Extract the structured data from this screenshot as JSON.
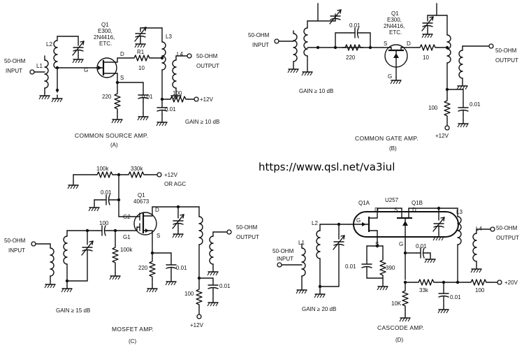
{
  "watermark": "https://www.qsl.net/va3iul",
  "circuit_a": {
    "transistor": [
      "Q1",
      "E300,",
      "2N4416,",
      "ETC."
    ],
    "coils": [
      "L1",
      "L2",
      "L3",
      "L4"
    ],
    "pins": [
      "G",
      "D",
      "S"
    ],
    "input_label": [
      "50-OHM",
      "INPUT"
    ],
    "output_label": [
      "50-OHM",
      "OUTPUT"
    ],
    "r1": [
      "R1",
      "10"
    ],
    "r_source": "220",
    "c_source": "0.01",
    "r_supply": "100",
    "c_supply": "0.01",
    "supply": "+12V",
    "gain": "GAIN ≥ 10 dB",
    "title": "COMMON SOURCE AMP.",
    "letter": "(A)"
  },
  "circuit_b": {
    "transistor": [
      "Q1",
      "E300,",
      "2N4416,",
      "ETC."
    ],
    "pins": [
      "S",
      "D",
      "G"
    ],
    "input_label": [
      "50-OHM",
      "INPUT"
    ],
    "output_label": [
      "50-OHM",
      "OUTPUT"
    ],
    "c_input": "0.01",
    "r_input": "220",
    "r_drain": "10",
    "r_supply": "100",
    "c_supply": "0.01",
    "supply": "+12V",
    "gain": "GAIN ≥ 10 dB",
    "title": "COMMON GATE AMP.",
    "letter": "(B)"
  },
  "circuit_c": {
    "transistor": [
      "Q1",
      "40673"
    ],
    "pins": [
      "G2",
      "G1",
      "D",
      "S"
    ],
    "input_label": [
      "50-OHM",
      "INPUT"
    ],
    "output_label": [
      "50-OHM",
      "OUTPUT"
    ],
    "r_100k_top": "100k",
    "r_330k": "330k",
    "supply_top": [
      "+12V",
      "OR AGC"
    ],
    "c_g2": "0.01",
    "c_input": "100",
    "r_g1": "100k",
    "r_source": "220",
    "c_source": "0.01",
    "r_supply": "100",
    "c_supply": "0.01",
    "supply": "+12V",
    "gain": "GAIN ≥ 15 dB",
    "title": "MOSFET AMP.",
    "letter": "(C)"
  },
  "circuit_d": {
    "transistor": [
      "Q1A",
      "U257",
      "Q1B"
    ],
    "coils": [
      "L1",
      "L2",
      "L3",
      "L4"
    ],
    "pins": [
      "G",
      "D",
      "S",
      "S",
      "G",
      "D"
    ],
    "input_label": [
      "50-OHM",
      "INPUT"
    ],
    "output_label": [
      "50-OHM",
      "OUTPUT"
    ],
    "c_gate": "0.01",
    "c_source": "0.01",
    "r_source": "390",
    "r_bias": "33k",
    "r_bias_low": "10K",
    "c_bias": "0.01",
    "r_supply": "100",
    "supply": "+20V",
    "gain": "GAIN ≥ 20 dB",
    "title": "CASCODE AMP.",
    "letter": "(D)"
  }
}
